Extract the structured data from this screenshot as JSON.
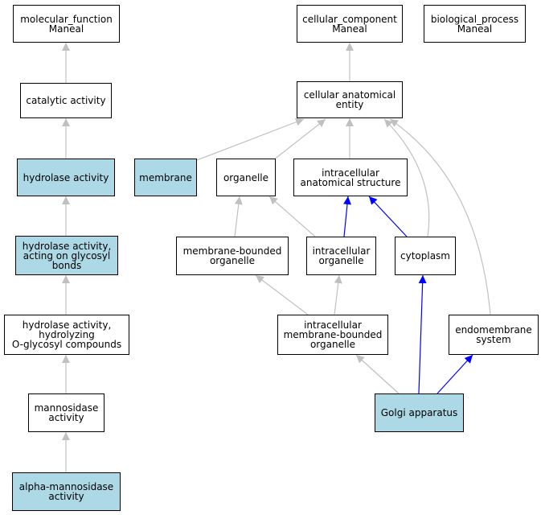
{
  "colors": {
    "default_edge": "#c0c0c0",
    "highlight_edge": "#0000ff",
    "highlight_fill": "#add8e6",
    "node_fill": "#ffffff",
    "node_border": "#000000"
  },
  "nodes": [
    {
      "id": "mf",
      "label": "molecular_function\nManeal",
      "highlighted": false
    },
    {
      "id": "cc",
      "label": "cellular_component\nManeal",
      "highlighted": false
    },
    {
      "id": "bp",
      "label": "biological_process\nManeal",
      "highlighted": false
    },
    {
      "id": "cat",
      "label": "catalytic activity",
      "highlighted": false
    },
    {
      "id": "cae",
      "label": "cellular anatomical\nentity",
      "highlighted": false
    },
    {
      "id": "hyd",
      "label": "hydrolase activity",
      "highlighted": true
    },
    {
      "id": "mem",
      "label": "membrane",
      "highlighted": true
    },
    {
      "id": "org",
      "label": "organelle",
      "highlighted": false
    },
    {
      "id": "ias",
      "label": "intracellular\nanatomical structure",
      "highlighted": false
    },
    {
      "id": "hag",
      "label": "hydrolase activity,\nacting on glycosyl\nbonds",
      "highlighted": true
    },
    {
      "id": "mbo",
      "label": "membrane-bounded\norganelle",
      "highlighted": false
    },
    {
      "id": "io",
      "label": "intracellular\norganelle",
      "highlighted": false
    },
    {
      "id": "cyt",
      "label": "cytoplasm",
      "highlighted": false
    },
    {
      "id": "hho",
      "label": "hydrolase activity,\nhydrolyzing\nO-glycosyl compounds",
      "highlighted": false
    },
    {
      "id": "imbo",
      "label": "intracellular\nmembrane-bounded\norganelle",
      "highlighted": false
    },
    {
      "id": "ems",
      "label": "endomembrane\nsystem",
      "highlighted": false
    },
    {
      "id": "man",
      "label": "mannosidase\nactivity",
      "highlighted": false
    },
    {
      "id": "golgi",
      "label": "Golgi apparatus",
      "highlighted": true
    },
    {
      "id": "ama",
      "label": "alpha-mannosidase\nactivity",
      "highlighted": true
    }
  ],
  "edges": [
    {
      "from": "cat",
      "to": "mf",
      "highlighted": false
    },
    {
      "from": "hyd",
      "to": "cat",
      "highlighted": false
    },
    {
      "from": "hag",
      "to": "hyd",
      "highlighted": false
    },
    {
      "from": "hho",
      "to": "hag",
      "highlighted": false
    },
    {
      "from": "man",
      "to": "hho",
      "highlighted": false
    },
    {
      "from": "ama",
      "to": "man",
      "highlighted": false
    },
    {
      "from": "cae",
      "to": "cc",
      "highlighted": false
    },
    {
      "from": "mem",
      "to": "cae",
      "highlighted": false
    },
    {
      "from": "org",
      "to": "cae",
      "highlighted": false
    },
    {
      "from": "ias",
      "to": "cae",
      "highlighted": false
    },
    {
      "from": "cyt",
      "to": "cae",
      "highlighted": false
    },
    {
      "from": "ems",
      "to": "cae",
      "highlighted": false
    },
    {
      "from": "mbo",
      "to": "org",
      "highlighted": false
    },
    {
      "from": "io",
      "to": "org",
      "highlighted": false
    },
    {
      "from": "io",
      "to": "ias",
      "highlighted": true
    },
    {
      "from": "cyt",
      "to": "ias",
      "highlighted": true
    },
    {
      "from": "imbo",
      "to": "mbo",
      "highlighted": false
    },
    {
      "from": "imbo",
      "to": "io",
      "highlighted": false
    },
    {
      "from": "golgi",
      "to": "imbo",
      "highlighted": false
    },
    {
      "from": "golgi",
      "to": "cyt",
      "highlighted": true
    },
    {
      "from": "golgi",
      "to": "ems",
      "highlighted": true
    }
  ]
}
